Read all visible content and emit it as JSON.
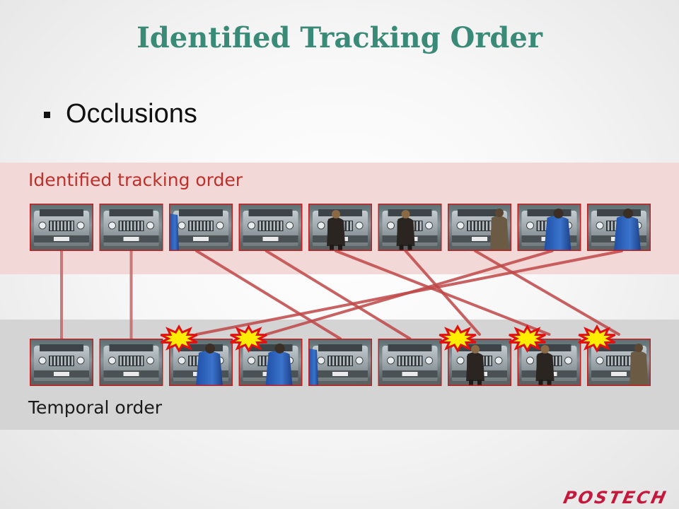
{
  "slide": {
    "title": "Identified Tracking Order",
    "bullet": "Occlusions",
    "logo": "POSTECH"
  },
  "diagram": {
    "top_row_label": "Identified tracking order",
    "bottom_row_label": "Temporal order",
    "top_frames": [
      {
        "person": "none"
      },
      {
        "person": "none"
      },
      {
        "person": "blue-edge"
      },
      {
        "person": "none"
      },
      {
        "person": "dark-coat"
      },
      {
        "person": "dark-coat"
      },
      {
        "person": "dark-coat-right"
      },
      {
        "person": "blue-jacket"
      },
      {
        "person": "blue-jacket"
      }
    ],
    "bottom_frames": [
      {
        "person": "none",
        "occluded": false
      },
      {
        "person": "none",
        "occluded": false
      },
      {
        "person": "blue-jacket",
        "occluded": true
      },
      {
        "person": "blue-jacket",
        "occluded": true
      },
      {
        "person": "blue-edge",
        "occluded": false
      },
      {
        "person": "none",
        "occluded": false
      },
      {
        "person": "dark-coat",
        "occluded": true
      },
      {
        "person": "dark-coat",
        "occluded": true
      },
      {
        "person": "dark-coat-right",
        "occluded": true
      }
    ],
    "connections": [
      [
        0,
        0
      ],
      [
        1,
        1
      ],
      [
        2,
        4
      ],
      [
        3,
        5
      ],
      [
        4,
        7
      ],
      [
        5,
        6
      ],
      [
        6,
        8
      ],
      [
        7,
        3
      ],
      [
        8,
        2
      ]
    ],
    "colors": {
      "frame_border": "#c41e1e",
      "link_line": "#c04848",
      "straight_line": "#c06868",
      "burst_fill": "#ffee00",
      "burst_stroke": "#e01010",
      "title": "#3a8a78",
      "top_label": "#c0302a"
    }
  }
}
